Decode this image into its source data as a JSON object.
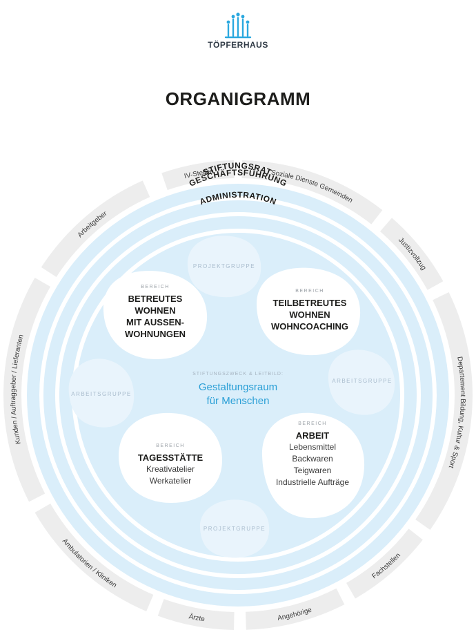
{
  "brand": {
    "name": "TÖPFERHAUS",
    "accent_color": "#2aa8df",
    "logo_icon": "figures-logo-icon"
  },
  "page_title": "ORGANIGRAMM",
  "outer_ring": {
    "segments": [
      {
        "label": "IV-Stellen"
      },
      {
        "label": "Soziale Dienste Gemeinden"
      },
      {
        "label": "Justizvollzug"
      },
      {
        "label": "Departement Bildung, Kultur & Sport"
      },
      {
        "label": "Fachstellen"
      },
      {
        "label": "Angehörige"
      },
      {
        "label": "Ärzte"
      },
      {
        "label": "Ambulatorien / Kliniken"
      },
      {
        "label": "Kunden / Auftraggeber / Lieferanten"
      },
      {
        "label": "Arbeitgeber"
      }
    ]
  },
  "governance": {
    "level1": "STIFTUNGSRAT",
    "level2": "GESCHÄFTSFÜHRUNG",
    "level3": "ADMINISTRATION"
  },
  "center": {
    "kicker": "STIFTUNGSZWECK & LEITBILD:",
    "line1": "Gestaltungsraum",
    "line2": "für Menschen"
  },
  "areas": [
    {
      "kicker": "BEREICH",
      "title": [
        "BETREUTES",
        "WOHNEN",
        "MIT AUSSEN-",
        "WOHNUNGEN"
      ],
      "items": []
    },
    {
      "kicker": "BEREICH",
      "title": [
        "TEILBETREUTES",
        "WOHNEN",
        "WOHNCOACHING"
      ],
      "items": []
    },
    {
      "kicker": "BEREICH",
      "title": [
        "TAGESSTÄTTE"
      ],
      "items": [
        "Kreativatelier",
        "Werkatelier"
      ]
    },
    {
      "kicker": "BEREICH",
      "title": [
        "ARBEIT"
      ],
      "items": [
        "Lebensmittel",
        "Backwaren",
        "Teigwaren",
        "Industrielle Aufträge"
      ]
    }
  ],
  "groups": {
    "projekt_top": "PROJEKTGRUPPE",
    "projekt_bottom": "PROJEKTGRUPPE",
    "arbeit_left": "ARBEITSGRUPPE",
    "arbeit_right": "ARBEITSGRUPPE"
  },
  "colors": {
    "ring_gray": "#ededed",
    "outer_circle": "#daeefa",
    "circle_border": "#ffffff",
    "ghost_blob": "#e9f4fc",
    "text_dark": "#1d1d1b"
  }
}
